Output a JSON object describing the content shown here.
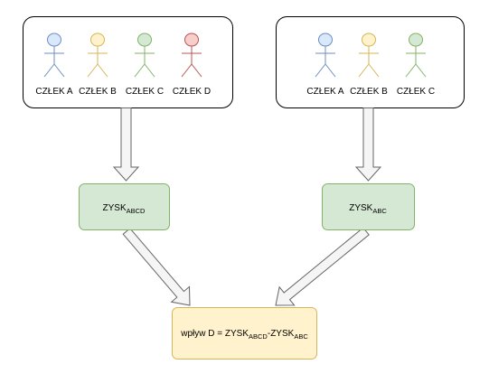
{
  "diagram": {
    "groups": [
      {
        "id": "group-abcd",
        "actors": [
          {
            "label": "CZŁEK A",
            "fill": "#dae8fc",
            "stroke": "#6c8ebf"
          },
          {
            "label": "CZŁEK B",
            "fill": "#fff2cc",
            "stroke": "#d6b656"
          },
          {
            "label": "CZŁEK C",
            "fill": "#d5e8d4",
            "stroke": "#82b366"
          },
          {
            "label": "CZŁEK D",
            "fill": "#f8cecc",
            "stroke": "#b85450"
          }
        ]
      },
      {
        "id": "group-abc",
        "actors": [
          {
            "label": "CZŁEK A",
            "fill": "#dae8fc",
            "stroke": "#6c8ebf"
          },
          {
            "label": "CZŁEK B",
            "fill": "#fff2cc",
            "stroke": "#d6b656"
          },
          {
            "label": "CZŁEK C",
            "fill": "#d5e8d4",
            "stroke": "#82b366"
          }
        ]
      }
    ],
    "profit_abcd": {
      "main": "ZYSK",
      "sub": "ABCD"
    },
    "profit_abc": {
      "main": "ZYSK",
      "sub": "ABC"
    },
    "result": {
      "prefix": "wpływ D = ",
      "term1_main": "ZYSK",
      "term1_sub": "ABCD",
      "minus": "-",
      "term2_main": "ZYSK",
      "term2_sub": "ABC"
    },
    "colors": {
      "green_fill": "#d5e8d4",
      "green_stroke": "#82b366",
      "yellow_fill": "#fff2cc",
      "yellow_stroke": "#d6b656",
      "arrow_fill": "#f5f5f5",
      "arrow_stroke": "#666666"
    }
  }
}
